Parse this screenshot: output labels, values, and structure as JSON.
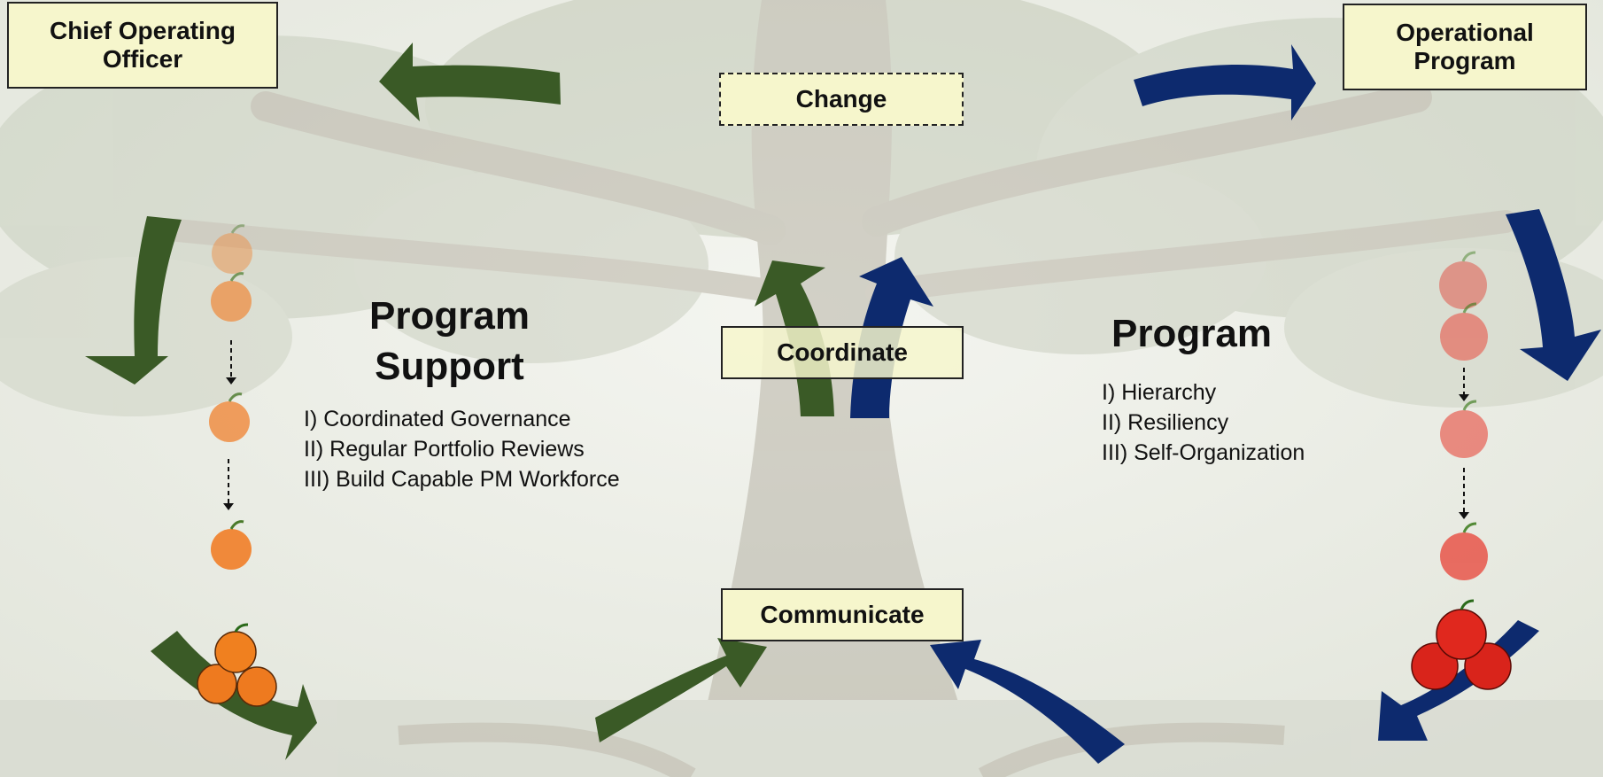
{
  "colors": {
    "green_arrow": "#3a5a26",
    "blue_arrow": "#0d2a6e",
    "box_fill": "#f6f6cc",
    "orange": "#f0893a",
    "apple_red": "#e23b2f"
  },
  "boxes": {
    "coo": "Chief Operating Officer",
    "operational": "Operational Program",
    "change": "Change",
    "coordinate": "Coordinate",
    "communicate": "Communicate"
  },
  "program_support": {
    "title": "Program Support",
    "items": [
      "I) Coordinated Governance",
      "II) Regular Portfolio Reviews",
      "III) Build Capable PM Workforce"
    ]
  },
  "program": {
    "title": "Program",
    "items": [
      "I) Hierarchy",
      "II) Resiliency",
      "III) Self-Organization"
    ]
  },
  "icons": {
    "background": "tree-illustration",
    "left_fruit": "orange-icon",
    "right_fruit": "apple-icon"
  }
}
